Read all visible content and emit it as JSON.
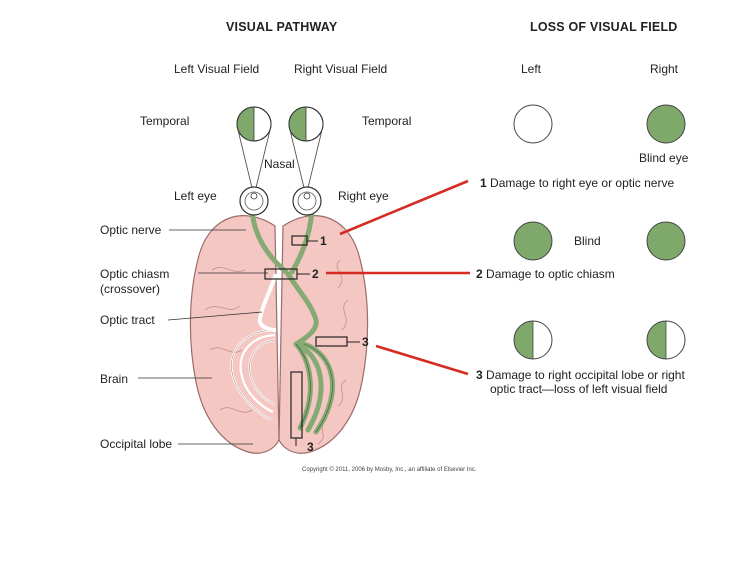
{
  "headers": {
    "visual_pathway": "VISUAL PATHWAY",
    "loss_of_visual_field": "LOSS OF VISUAL FIELD"
  },
  "field_labels": {
    "left_visual_field": "Left Visual Field",
    "right_visual_field": "Right Visual Field",
    "col_left": "Left",
    "col_right": "Right"
  },
  "eye_labels": {
    "temporal_left": "Temporal",
    "temporal_right": "Temporal",
    "nasal": "Nasal",
    "left_eye": "Left eye",
    "right_eye": "Right eye"
  },
  "structures": {
    "optic_nerve": "Optic nerve",
    "optic_chiasm": "Optic chiasm",
    "crossover": "(crossover)",
    "optic_tract": "Optic tract",
    "brain": "Brain",
    "occipital_lobe": "Occipital lobe"
  },
  "lesion_markers": [
    "1",
    "2",
    "3",
    "3"
  ],
  "damage": [
    {
      "number": "1",
      "text": "Damage to right eye or optic nerve"
    },
    {
      "number": "2",
      "text": "Damage to optic chiasm"
    },
    {
      "number": "3",
      "text": "Damage to right occipital lobe or right",
      "text2": "optic tract—loss of left visual field"
    }
  ],
  "field_notes": {
    "blind_eye": "Blind eye",
    "blind": "Blind"
  },
  "copyright": "Copyright © 2011, 2006 by Mosby, Inc., an affiliate of Elsevier Inc.",
  "colors": {
    "field_green": "#7fa86b",
    "brain_pink": "#f4c7c3",
    "brain_outline": "#9b6d6a",
    "arrow_red": "#d62b22",
    "pathway_green": "#86aa74"
  }
}
